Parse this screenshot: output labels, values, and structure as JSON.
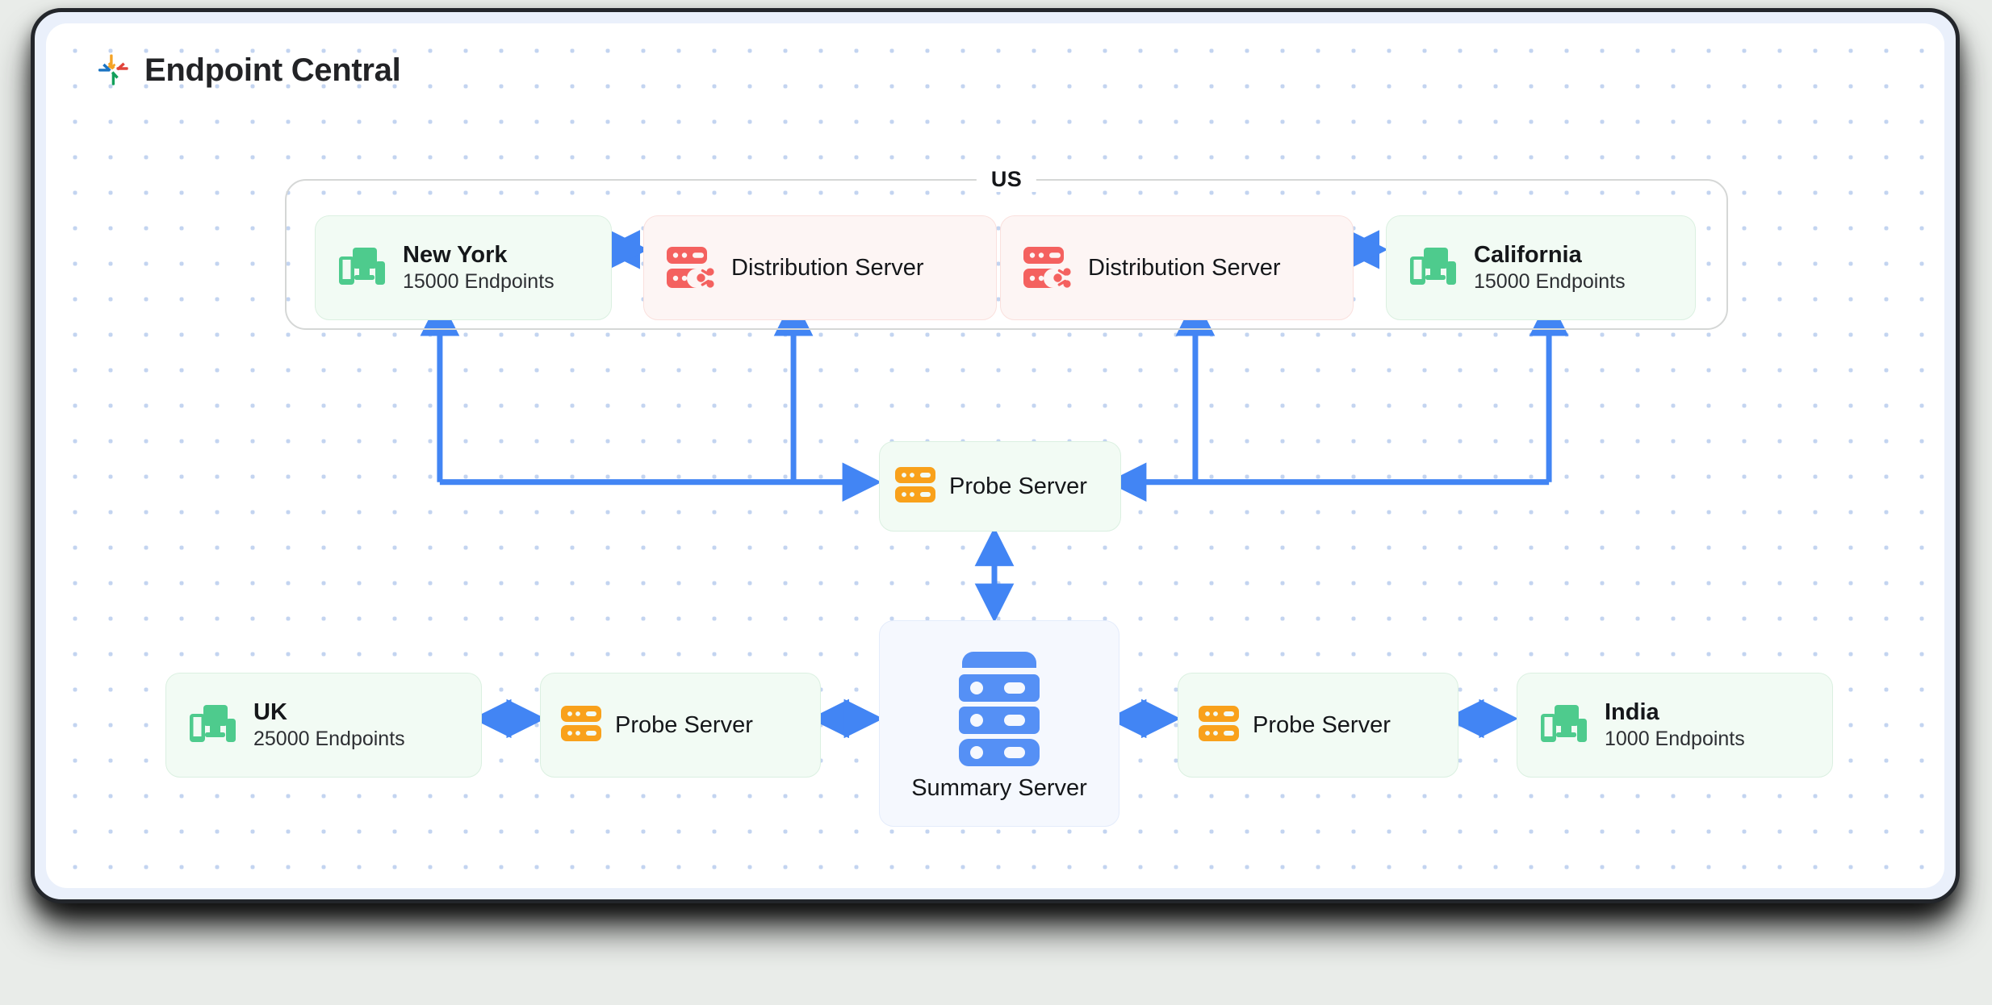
{
  "app": {
    "title": "Endpoint Central",
    "logo_icon": "endpoint-central-pinwheel-logo"
  },
  "colors": {
    "accent_blue": "#4285f4",
    "arrow_blue": "#4285f4",
    "endpoint_green": "#4ecb8d",
    "distribution_red": "#f4615f",
    "probe_orange": "#f9a11b",
    "summary_blue": "#5590f5",
    "frame_dark": "#23262b",
    "canvas": "#ffffff",
    "dot_grid": "#c3d4f0"
  },
  "diagram": {
    "type": "architecture",
    "groups": [
      {
        "id": "us",
        "label": "US"
      }
    ],
    "nodes": [
      {
        "id": "new-york",
        "kind": "endpoints",
        "icon": "devices-icon",
        "title": "New York",
        "subtitle": "15000 Endpoints",
        "color": "green"
      },
      {
        "id": "distribution-server-left",
        "kind": "distribution-server",
        "icon": "distribution-server-icon",
        "title": "Distribution Server",
        "color": "red"
      },
      {
        "id": "distribution-server-right",
        "kind": "distribution-server",
        "icon": "distribution-server-icon",
        "title": "Distribution Server",
        "color": "red"
      },
      {
        "id": "california",
        "kind": "endpoints",
        "icon": "devices-icon",
        "title": "California",
        "subtitle": "15000 Endpoints",
        "color": "green"
      },
      {
        "id": "probe-server-us",
        "kind": "probe-server",
        "icon": "probe-server-icon",
        "title": "Probe Server",
        "color": "green"
      },
      {
        "id": "uk",
        "kind": "endpoints",
        "icon": "devices-icon",
        "title": "UK",
        "subtitle": "25000 Endpoints",
        "color": "green"
      },
      {
        "id": "probe-server-uk",
        "kind": "probe-server",
        "icon": "probe-server-icon",
        "title": "Probe Server",
        "color": "green"
      },
      {
        "id": "summary-server",
        "kind": "summary-server",
        "icon": "summary-server-icon",
        "title": "Summary Server",
        "color": "blue"
      },
      {
        "id": "probe-server-india",
        "kind": "probe-server",
        "icon": "probe-server-icon",
        "title": "Probe Server",
        "color": "green"
      },
      {
        "id": "india",
        "kind": "endpoints",
        "icon": "devices-icon",
        "title": "India",
        "subtitle": "1000 Endpoints",
        "color": "green"
      }
    ],
    "edges": [
      {
        "from": "new-york",
        "to": "distribution-server-left",
        "direction": "both"
      },
      {
        "from": "distribution-server-right",
        "to": "california",
        "direction": "both"
      },
      {
        "from": "probe-server-us",
        "to": "new-york",
        "direction": "to"
      },
      {
        "from": "probe-server-us",
        "to": "distribution-server-left",
        "direction": "to"
      },
      {
        "from": "probe-server-us",
        "to": "distribution-server-right",
        "direction": "to"
      },
      {
        "from": "probe-server-us",
        "to": "california",
        "direction": "to"
      },
      {
        "from": "probe-server-us",
        "to": "summary-server",
        "direction": "both"
      },
      {
        "from": "uk",
        "to": "probe-server-uk",
        "direction": "both"
      },
      {
        "from": "probe-server-uk",
        "to": "summary-server",
        "direction": "both"
      },
      {
        "from": "summary-server",
        "to": "probe-server-india",
        "direction": "both"
      },
      {
        "from": "probe-server-india",
        "to": "india",
        "direction": "both"
      }
    ]
  }
}
